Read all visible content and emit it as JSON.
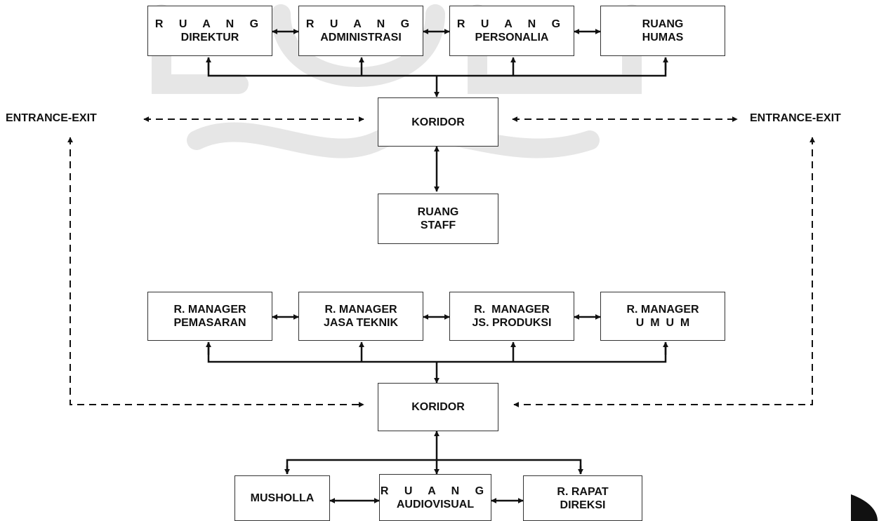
{
  "entrances": {
    "left": "ENTRANCE-EXIT",
    "right": "ENTRANCE-EXIT"
  },
  "top_row": [
    {
      "line1": "R U A N G",
      "line2": "DIREKTUR"
    },
    {
      "line1": "R U A N G",
      "line2": "ADMINISTRASI"
    },
    {
      "line1": "R U A N G",
      "line2": "PERSONALIA"
    },
    {
      "line1": "RUANG",
      "line2": "HUMAS"
    }
  ],
  "koridor_top": "KORIDOR",
  "staff": {
    "line1": "RUANG",
    "line2": "STAFF"
  },
  "managers": [
    {
      "line1": "R. MANAGER",
      "line2": "PEMASARAN"
    },
    {
      "line1": "R. MANAGER",
      "line2": "JASA TEKNIK"
    },
    {
      "line1": "R.  MANAGER",
      "line2": "JS. PRODUKSI"
    },
    {
      "line1": "R. MANAGER",
      "line2": "U  M  U  M"
    }
  ],
  "koridor_bottom": "KORIDOR",
  "bottom_row": [
    {
      "line1": "MUSHOLLA"
    },
    {
      "line1": "R U A N G",
      "line2": "AUDIOVISUAL"
    },
    {
      "line1": "R. RAPAT",
      "line2": "DIREKSI"
    }
  ]
}
